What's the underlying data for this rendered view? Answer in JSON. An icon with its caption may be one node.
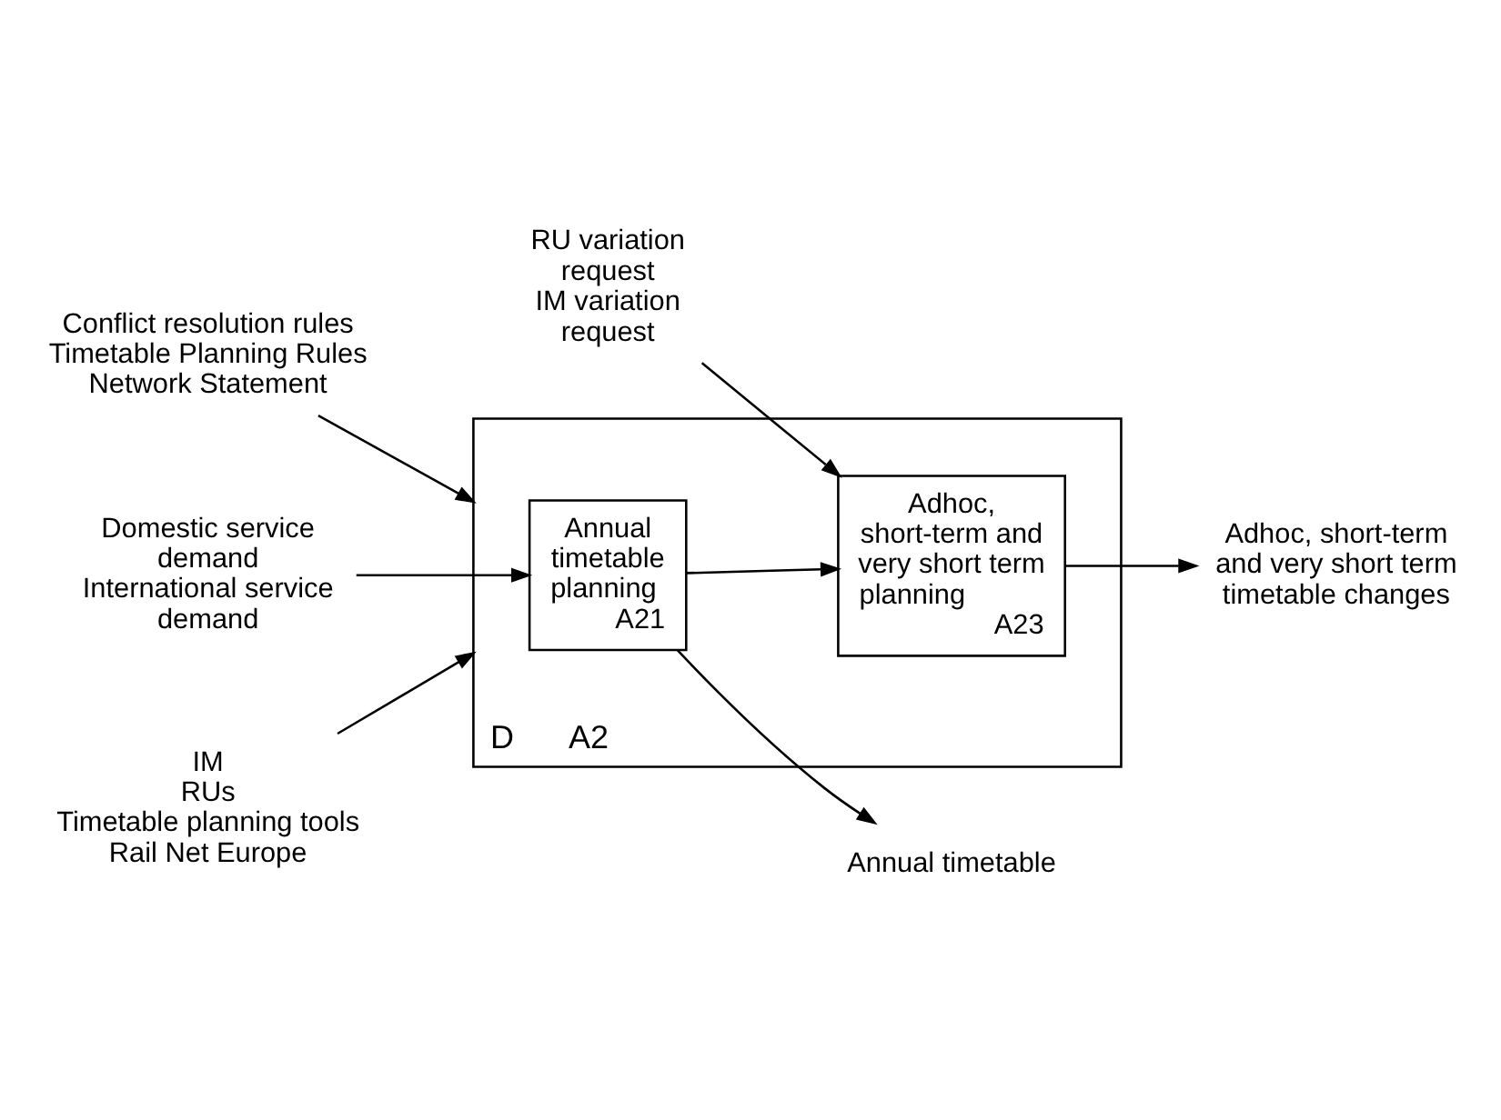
{
  "diagram": {
    "nodes": [
      {
        "text": [
          "Conflict resolution rules",
          "Timetable Planning Rules",
          "Network Statement"
        ]
      },
      {
        "text": [
          "D",
          "A2"
        ]
      },
      {
        "text": [
          "Domestic service demand",
          "International service demand"
        ]
      },
      {
        "text": [
          "Annual timetable planning",
          "A21"
        ],
        "in": 1
      },
      {
        "text": [
          "Annual timetable"
        ]
      },
      {
        "text": [
          "RU variation request",
          "IM variation request"
        ]
      },
      {
        "text": [
          "Adhoc, short-term and very short term planning",
          "A23"
        ],
        "in": 1
      },
      {
        "text": [
          "Adhoc, short-term and very short term timetable changes"
        ]
      },
      {
        "text": [
          "IM",
          "RUs",
          "Timetable planning tools",
          "Rail Net Europe"
        ]
      }
    ],
    "edges": [
      {
        "from": 0,
        "to": 1,
        "arrow": "to"
      },
      {
        "from": 2,
        "to": 3,
        "arrow": "to"
      },
      {
        "from": 3,
        "to": 4,
        "arrow": "to"
      },
      {
        "from": 3,
        "to": 6,
        "arrow": "to"
      },
      {
        "from": 5,
        "to": 6,
        "arrow": "to"
      },
      {
        "from": 6,
        "to": 7,
        "arrow": "to"
      },
      {
        "from": 8,
        "to": 1,
        "arrow": "to"
      }
    ]
  }
}
